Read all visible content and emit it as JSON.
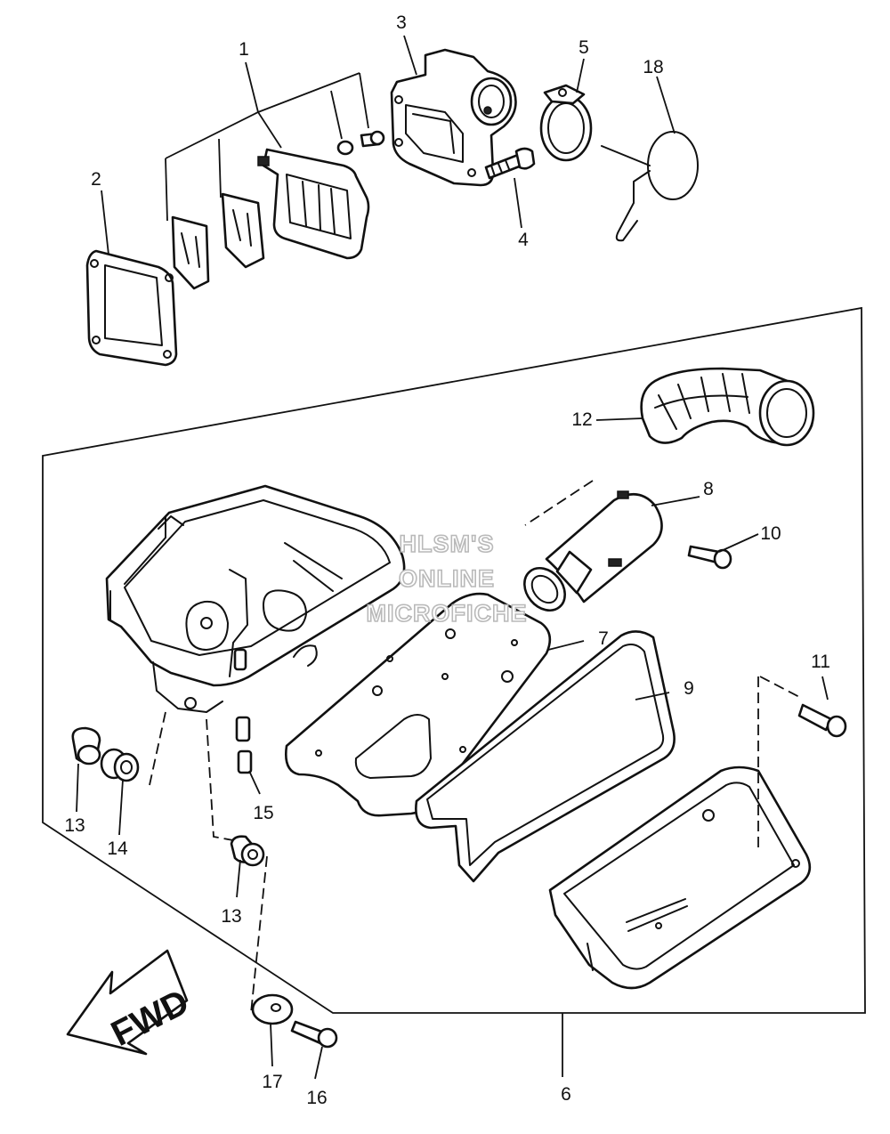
{
  "diagram": {
    "callouts": {
      "c1": "1",
      "c2": "2",
      "c3": "3",
      "c4": "4",
      "c5": "5",
      "c6": "6",
      "c7": "7",
      "c8": "8",
      "c9": "9",
      "c10": "10",
      "c11": "11",
      "c12": "12",
      "c13a": "13",
      "c13b": "13",
      "c14": "14",
      "c15": "15",
      "c16": "16",
      "c17": "17",
      "c18": "18"
    },
    "watermark": {
      "line1": "HLSM'S",
      "line2": "ONLINE",
      "line3": "MICROFICHE"
    },
    "direction_arrow": {
      "label": "FWD"
    }
  }
}
